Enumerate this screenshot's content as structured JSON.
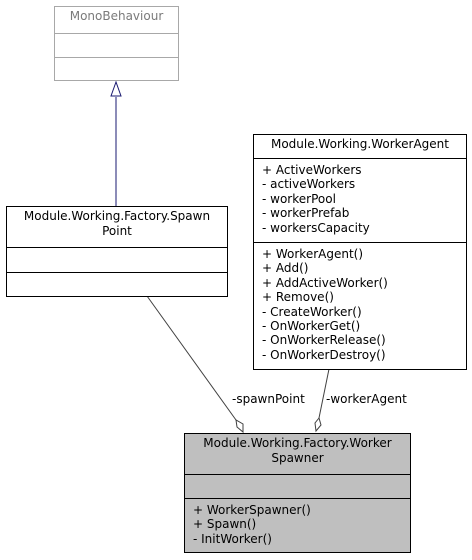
{
  "classes": {
    "mono_behaviour": {
      "name": "MonoBehaviour",
      "attributes": [],
      "operations": []
    },
    "spawn_point": {
      "name": "Module.Working.Factory.Spawn\nPoint",
      "attributes": [],
      "operations": []
    },
    "worker_agent": {
      "name": "Module.Working.WorkerAgent",
      "attributes": [
        "+ ActiveWorkers",
        "- activeWorkers",
        "- workerPool",
        "- workerPrefab",
        "- workersCapacity"
      ],
      "operations": [
        "+ WorkerAgent()",
        "+ Add()",
        "+ AddActiveWorker()",
        "+ Remove()",
        "- CreateWorker()",
        "- OnWorkerGet()",
        "- OnWorkerRelease()",
        "- OnWorkerDestroy()"
      ]
    },
    "worker_spawner": {
      "name": "Module.Working.Factory.Worker\nSpawner",
      "attributes": [],
      "operations": [
        "+ WorkerSpawner()",
        "+ Spawn()",
        "- InitWorker()"
      ]
    }
  },
  "relations": {
    "inheritance": {
      "from": "spawn_point",
      "to": "mono_behaviour",
      "color": "#191970"
    },
    "spawn_point_assoc": {
      "label": "-spawnPoint",
      "from": "spawn_point",
      "to": "worker_spawner",
      "color": "#404040"
    },
    "worker_agent_assoc": {
      "label": "-workerAgent",
      "from": "worker_agent",
      "to": "worker_spawner",
      "color": "#404040"
    }
  },
  "colors": {
    "highlight_fill": "#bfbfbf",
    "external_border": "#a8a8a8"
  }
}
